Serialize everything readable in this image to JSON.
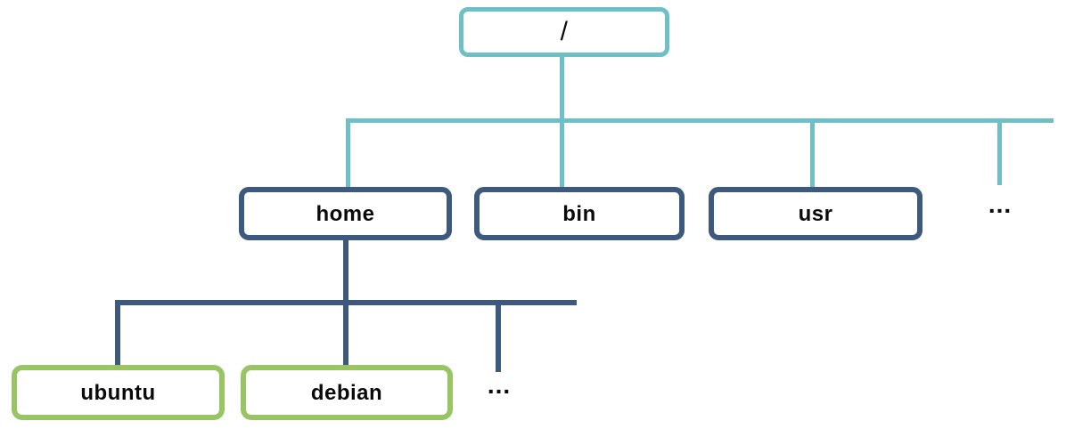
{
  "diagram": {
    "type": "tree",
    "colors": {
      "level1_accent": "#6FC0C6",
      "level2_accent": "#3D5A7E",
      "level3_accent": "#98C464",
      "text": "#0A0A0A",
      "background": "#FFFFFF"
    },
    "nodes": [
      {
        "id": "root",
        "label": "/",
        "level": 1,
        "parent": null
      },
      {
        "id": "home",
        "label": "home",
        "level": 2,
        "parent": "root"
      },
      {
        "id": "bin",
        "label": "bin",
        "level": 2,
        "parent": "root"
      },
      {
        "id": "usr",
        "label": "usr",
        "level": 2,
        "parent": "root"
      },
      {
        "id": "root-ellipsis",
        "label": "...",
        "level": 2,
        "parent": "root"
      },
      {
        "id": "ubuntu",
        "label": "ubuntu",
        "level": 3,
        "parent": "home"
      },
      {
        "id": "debian",
        "label": "debian",
        "level": 3,
        "parent": "home"
      },
      {
        "id": "home-ellipsis",
        "label": "...",
        "level": 3,
        "parent": "home"
      }
    ]
  }
}
